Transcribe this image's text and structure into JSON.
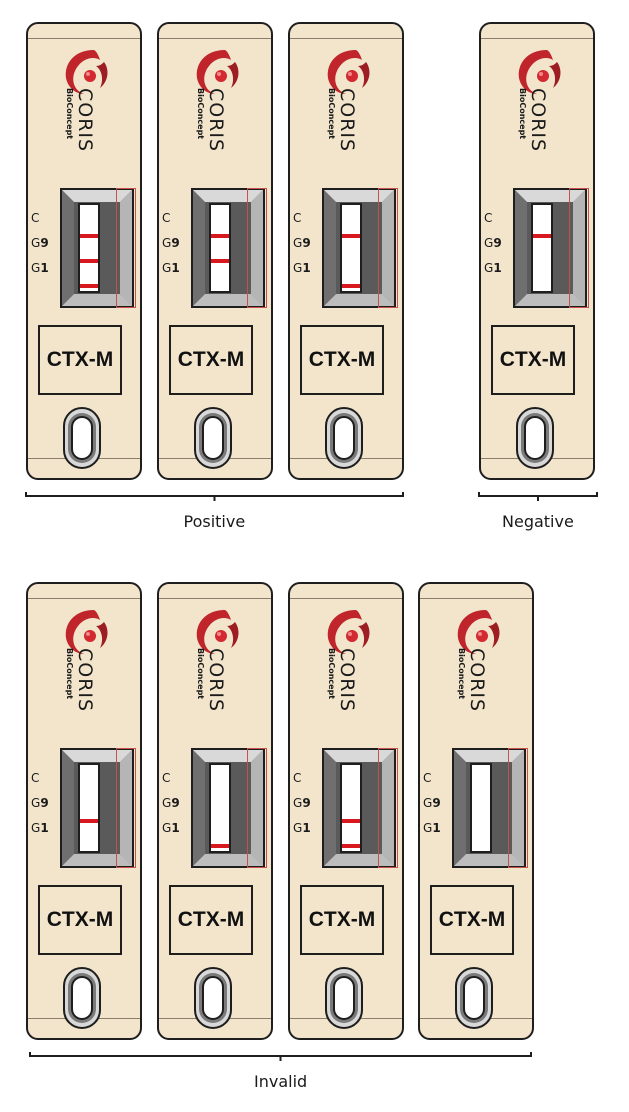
{
  "product": {
    "brand": "CORIS",
    "sub_brand": "BioConcept",
    "test_name": "CTX-M",
    "line_labels": {
      "c": "C",
      "g9_letter": "G",
      "g9_digit": "9",
      "g1_letter": "G",
      "g1_digit": "1"
    },
    "line_color": "#d7191f"
  },
  "groups": [
    {
      "caption": "Positive",
      "cassettes": [
        {
          "lines": {
            "C": true,
            "G9": true,
            "G1": true
          }
        },
        {
          "lines": {
            "C": true,
            "G9": true,
            "G1": false
          }
        },
        {
          "lines": {
            "C": true,
            "G9": false,
            "G1": true
          }
        }
      ]
    },
    {
      "caption": "Negative",
      "cassettes": [
        {
          "lines": {
            "C": true,
            "G9": false,
            "G1": false
          }
        }
      ]
    },
    {
      "caption": "Invalid",
      "cassettes": [
        {
          "lines": {
            "C": false,
            "G9": true,
            "G1": false
          }
        },
        {
          "lines": {
            "C": false,
            "G9": false,
            "G1": true
          }
        },
        {
          "lines": {
            "C": false,
            "G9": true,
            "G1": true
          }
        },
        {
          "lines": {
            "C": false,
            "G9": false,
            "G1": false
          }
        }
      ]
    }
  ]
}
